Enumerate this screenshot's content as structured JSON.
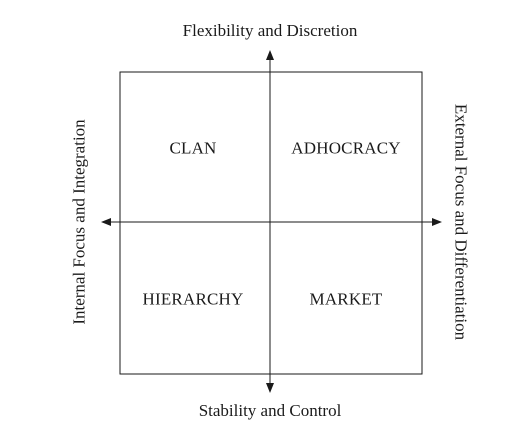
{
  "axes": {
    "top": "Flexibility and Discretion",
    "bottom": "Stability and Control",
    "left": "Internal Focus and Integration",
    "right": "External Focus and Differentiation"
  },
  "quadrants": {
    "top_left": "CLAN",
    "top_right": "ADHOCRACY",
    "bottom_left": "HIERARCHY",
    "bottom_right": "MARKET"
  },
  "colors": {
    "line": "#1a1a1a",
    "text": "#1a1a1a",
    "background": "#ffffff"
  }
}
